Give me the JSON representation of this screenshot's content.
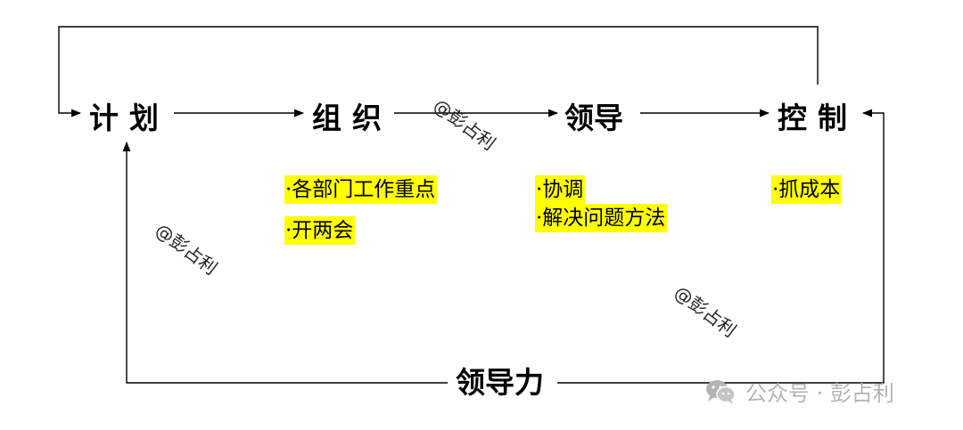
{
  "nodes": {
    "plan": "计划",
    "organize": "组织",
    "lead": "领导",
    "control": "控制",
    "leadership": "领导力"
  },
  "notes": {
    "organize": [
      "·各部门工作重点",
      "·开两会"
    ],
    "lead": [
      "·协调",
      "·解决问题方法"
    ],
    "control": [
      "·抓成本"
    ]
  },
  "watermark": "@彭占利",
  "footer": {
    "credit": "公众号 · 彭占利",
    "icon": "wechat-icon"
  },
  "colors": {
    "highlight": "#ffff00",
    "line": "#000000",
    "footer_text": "#b3b3b3"
  }
}
